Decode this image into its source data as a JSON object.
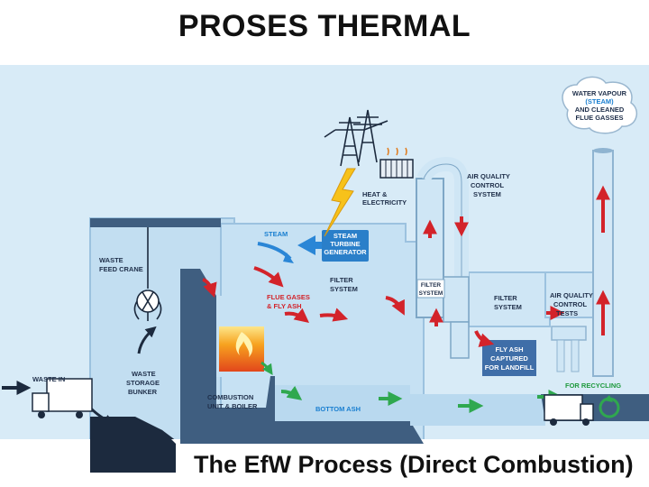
{
  "slide": {
    "title": "PROSES THERMAL"
  },
  "diagram": {
    "title": "The EfW Process (Direct Combustion)",
    "labels": {
      "water_vapour": [
        "WATER VAPOUR",
        "(STEAM)",
        "AND CLEANED",
        "FLUE GASSES"
      ],
      "heat_electricity": [
        "HEAT &",
        "ELECTRICITY"
      ],
      "air_quality_control_system": [
        "AIR QUALITY",
        "CONTROL",
        "SYSTEM"
      ],
      "steam": "STEAM",
      "steam_turbine_generator": [
        "STEAM",
        "TURBINE",
        "GENERATOR"
      ],
      "waste_feed_crane": [
        "WASTE",
        "FEED CRANE"
      ],
      "filter_system_mid": [
        "FILTER",
        "SYSTEM"
      ],
      "filter_system_box": [
        "FILTER",
        "SYSTEM"
      ],
      "flue_gases_fly_ash": [
        "FLUE GASES",
        "& FLY ASH"
      ],
      "filter_system_right": [
        "FILTER",
        "SYSTEM"
      ],
      "air_quality_control_tests": [
        "AIR QUALITY",
        "CONTROL",
        "TESTS"
      ],
      "fly_ash_captured": [
        "FLY ASH",
        "CAPTURED",
        "FOR LANDFILL"
      ],
      "waste_storage_bunker": [
        "WASTE",
        "STORAGE",
        "BUNKER"
      ],
      "waste_in": "WASTE IN",
      "combustion_unit_boiler": [
        "COMBUSTION",
        "UNIT & BOILER"
      ],
      "bottom_ash": "BOTTOM ASH",
      "for_recycling": "FOR RECYCLING"
    },
    "colors": {
      "building": "#c9e3f3",
      "building_wall": "#a9cbe5",
      "dark_structure": "#3f5e80",
      "flow_arrow": "#d3232a",
      "steam_arrow": "#2a86d6",
      "ash_arrow": "#2fa84f",
      "fire": "#f07a1a"
    },
    "icons": [
      "pylon-icon",
      "lightning-icon",
      "radiator-icon",
      "crane-claw-icon",
      "truck-icon",
      "recycle-icon",
      "fire-icon"
    ]
  }
}
